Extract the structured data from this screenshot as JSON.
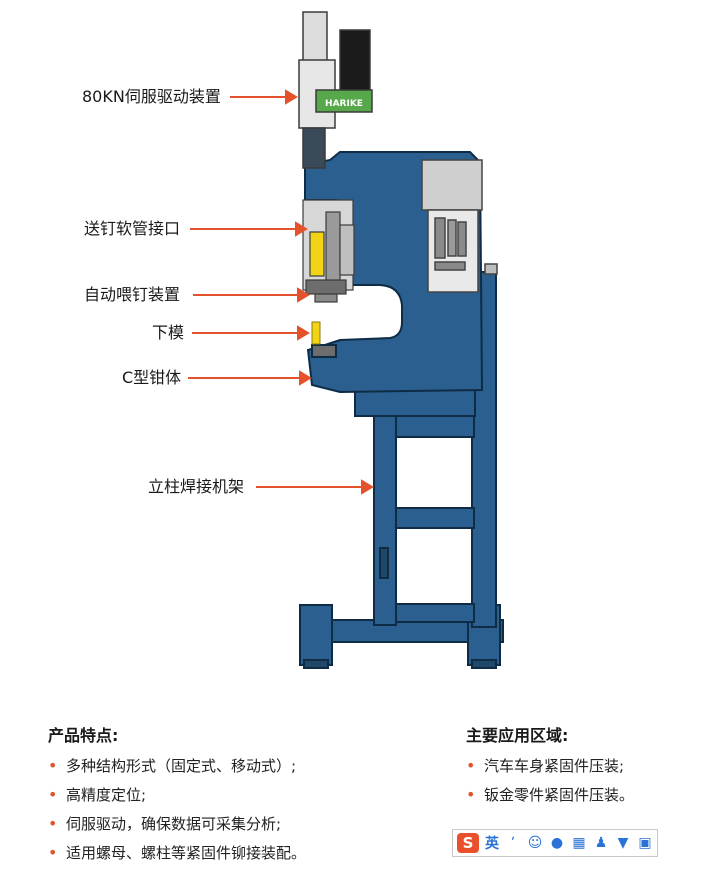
{
  "callouts": [
    {
      "id": "servo",
      "label": "80KN伺服驱动装置"
    },
    {
      "id": "hose",
      "label": "送钉软管接口"
    },
    {
      "id": "feeder",
      "label": "自动喂钉装置"
    },
    {
      "id": "lower-die",
      "label": "下模"
    },
    {
      "id": "c-frame",
      "label": "C型钳体"
    },
    {
      "id": "stand",
      "label": "立柱焊接机架"
    }
  ],
  "machine_brand": "HARIKE",
  "features": {
    "title": "产品特点:",
    "items": [
      "多种结构形式（固定式、移动式）;",
      "高精度定位;",
      "伺服驱动，确保数据可采集分析;",
      "适用螺母、螺柱等紧固件铆接装配。"
    ]
  },
  "applications": {
    "title": "主要应用区域:",
    "items": [
      "汽车车身紧固件压装;",
      "钣金零件紧固件压装。"
    ]
  },
  "ime_toolbar": {
    "logo": "S",
    "lang": "英",
    "icons": [
      "punctuation-icon",
      "emoji-icon",
      "microphone-icon",
      "keyboard-icon",
      "user-icon",
      "shirt-icon",
      "grid-icon"
    ]
  },
  "colors": {
    "machine_blue": "#2a5f8f",
    "arrow_red": "#e4522b",
    "die_yellow": "#f2d414"
  }
}
